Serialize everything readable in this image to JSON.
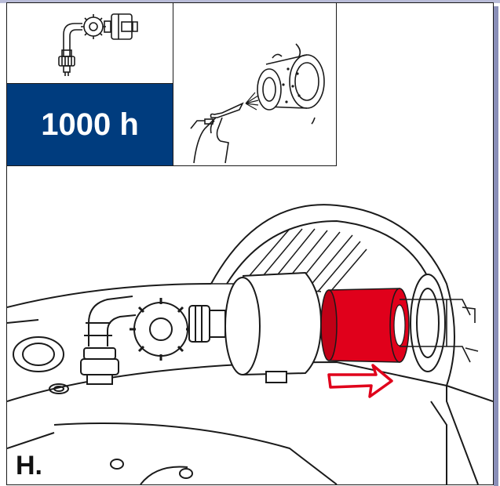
{
  "interval": {
    "value": "1000 h",
    "background_color": "#003c7e",
    "text_color": "#ffffff"
  },
  "step": {
    "label": "H."
  },
  "icons": {
    "top_left": "air-intake-assembly-icon",
    "top_middle": "compressed-air-blow-gun-cleaning-filter-icon",
    "main": "air-filter-removal-illustration"
  },
  "colors": {
    "filter_highlight": "#e0001b",
    "arrow": "#e0001b",
    "line": "#1a1a1a"
  }
}
